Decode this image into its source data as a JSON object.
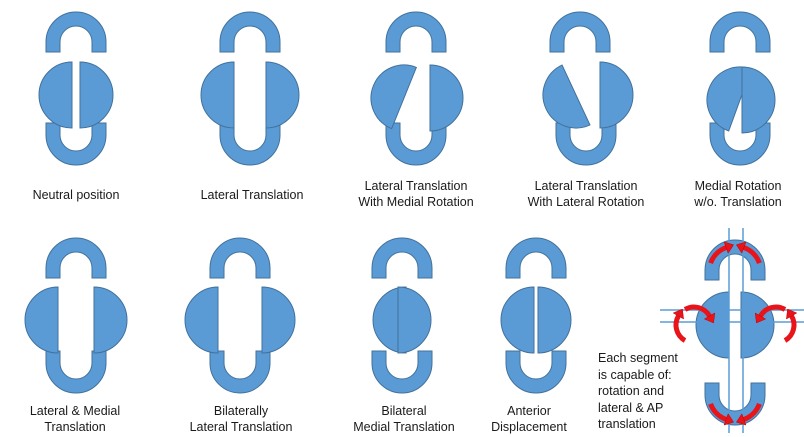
{
  "colors": {
    "segment_fill": "#5b9bd5",
    "segment_stroke": "#41719c",
    "arrow": "#e8141a",
    "background": "#ffffff"
  },
  "figures": [
    {
      "caption": [
        "Neutral position"
      ]
    },
    {
      "caption": [
        "Lateral Translation"
      ]
    },
    {
      "caption": [
        "Lateral Translation",
        "With Medial Rotation"
      ]
    },
    {
      "caption": [
        "Lateral Translation",
        "With Lateral Rotation"
      ]
    },
    {
      "caption": [
        "Medial Rotation",
        "w/o. Translation"
      ]
    },
    {
      "caption": [
        "Lateral & Medial",
        "Translation"
      ]
    },
    {
      "caption": [
        "Bilaterally",
        "Lateral Translation"
      ]
    },
    {
      "caption": [
        "Bilateral",
        "Medial Translation"
      ]
    },
    {
      "caption": [
        "Anterior",
        "Displacement"
      ]
    }
  ],
  "legend": {
    "note": [
      "Each segment",
      "is capable of:",
      "rotation and",
      "lateral & AP",
      "translation"
    ],
    "icons": [
      "rotation-arrow-icon",
      "translation-axis-icon"
    ]
  }
}
